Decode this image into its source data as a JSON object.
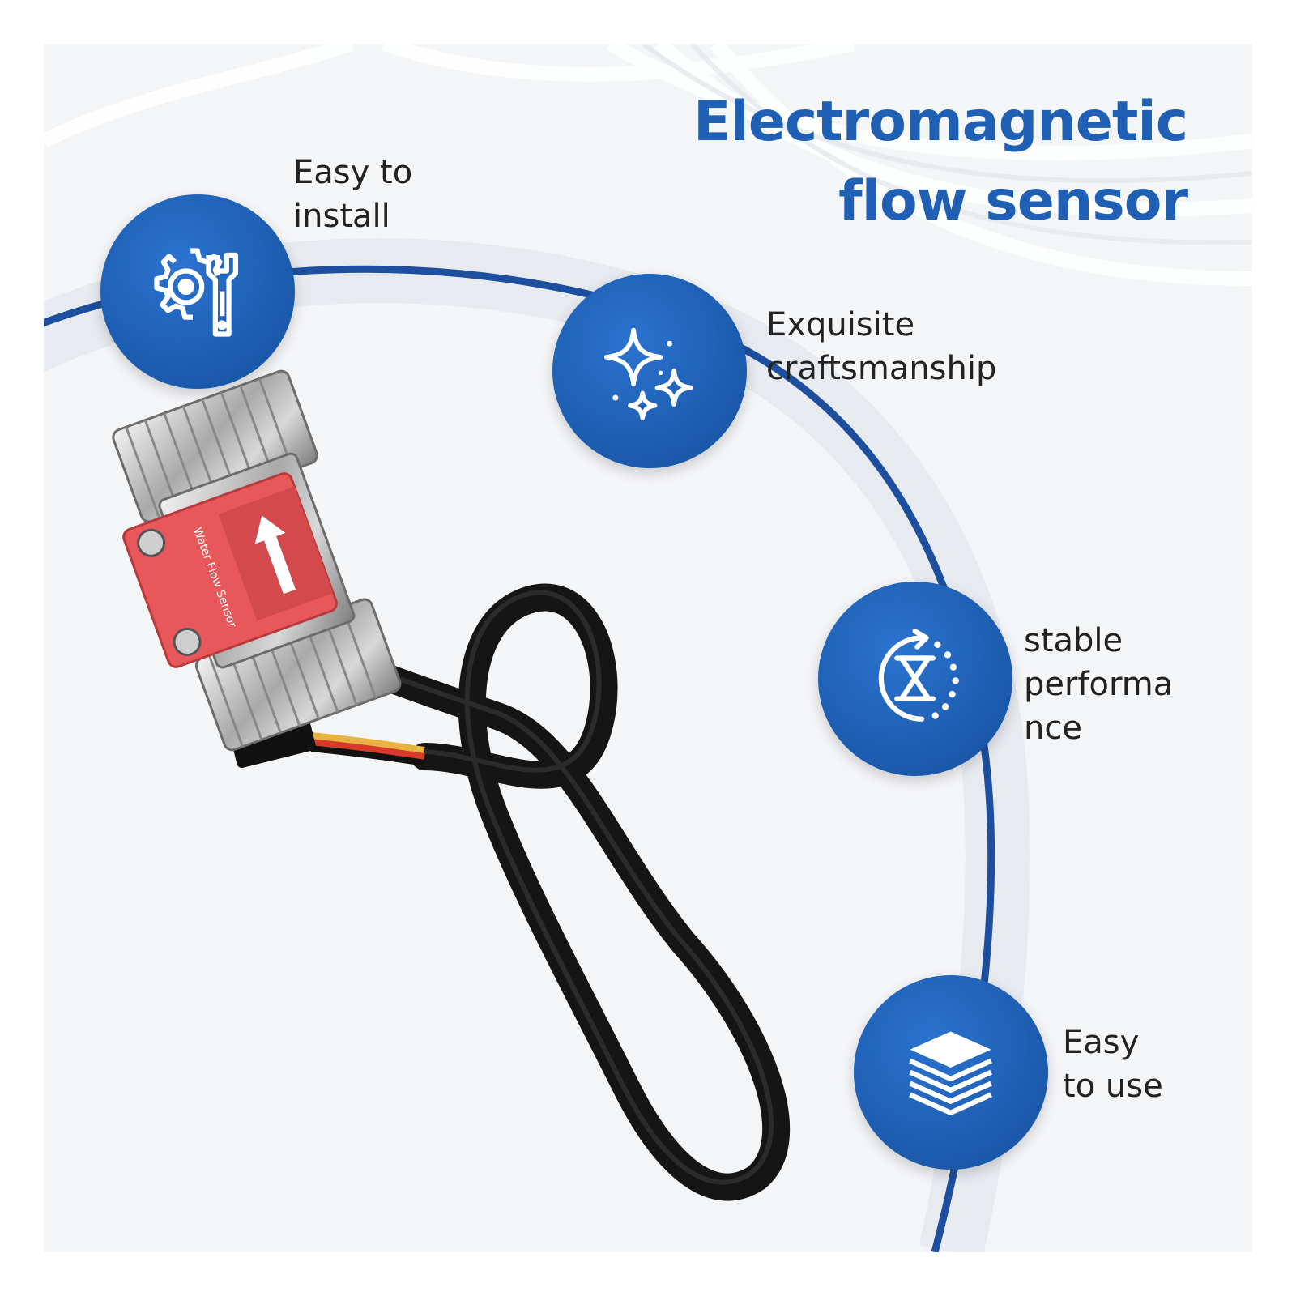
{
  "title": {
    "line1": "Electromagnetic",
    "line2": "flow sensor"
  },
  "features": [
    {
      "label": "Easy to\ninstall",
      "icon": "gear-wrench-icon"
    },
    {
      "label": "Exquisite\ncraftsmanship",
      "icon": "sparkle-stars-icon"
    },
    {
      "label": "stable\nperforma\nnce",
      "icon": "hourglass-cycle-icon"
    },
    {
      "label": "Easy\nto use",
      "icon": "stacked-layers-icon"
    }
  ],
  "product_label": "Water Flow Sensor",
  "colors": {
    "accent": "#1f5fb4",
    "circle": "#1b5aac",
    "arc": "#1d4f9e",
    "label_red": "#e8585a",
    "cable": "#1b1b1b"
  }
}
